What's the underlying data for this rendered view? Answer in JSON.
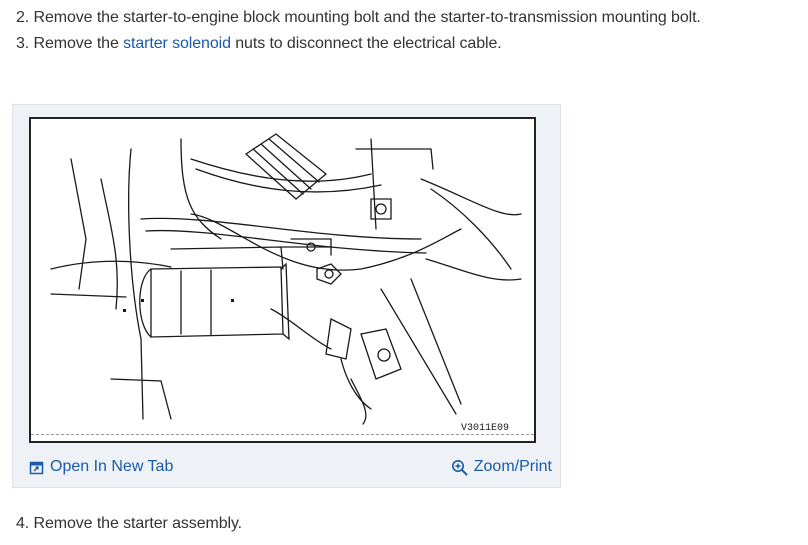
{
  "steps": [
    {
      "text": "2. Remove the starter-to-engine block mounting bolt and the starter-to-transmission mounting bolt."
    },
    {
      "prefix": "3. Remove the ",
      "link": "starter solenoid",
      "suffix": " nuts to disconnect the electrical cable."
    },
    {
      "text": "4. Remove the starter assembly."
    }
  ],
  "figure": {
    "code": "V3011E09",
    "open_tab_label": "Open In New Tab",
    "zoom_label": "Zoom/Print",
    "open_tab_icon": "open-new-tab-icon",
    "zoom_icon": "magnifier-plus-icon",
    "link_color": "#1a5aa8"
  }
}
